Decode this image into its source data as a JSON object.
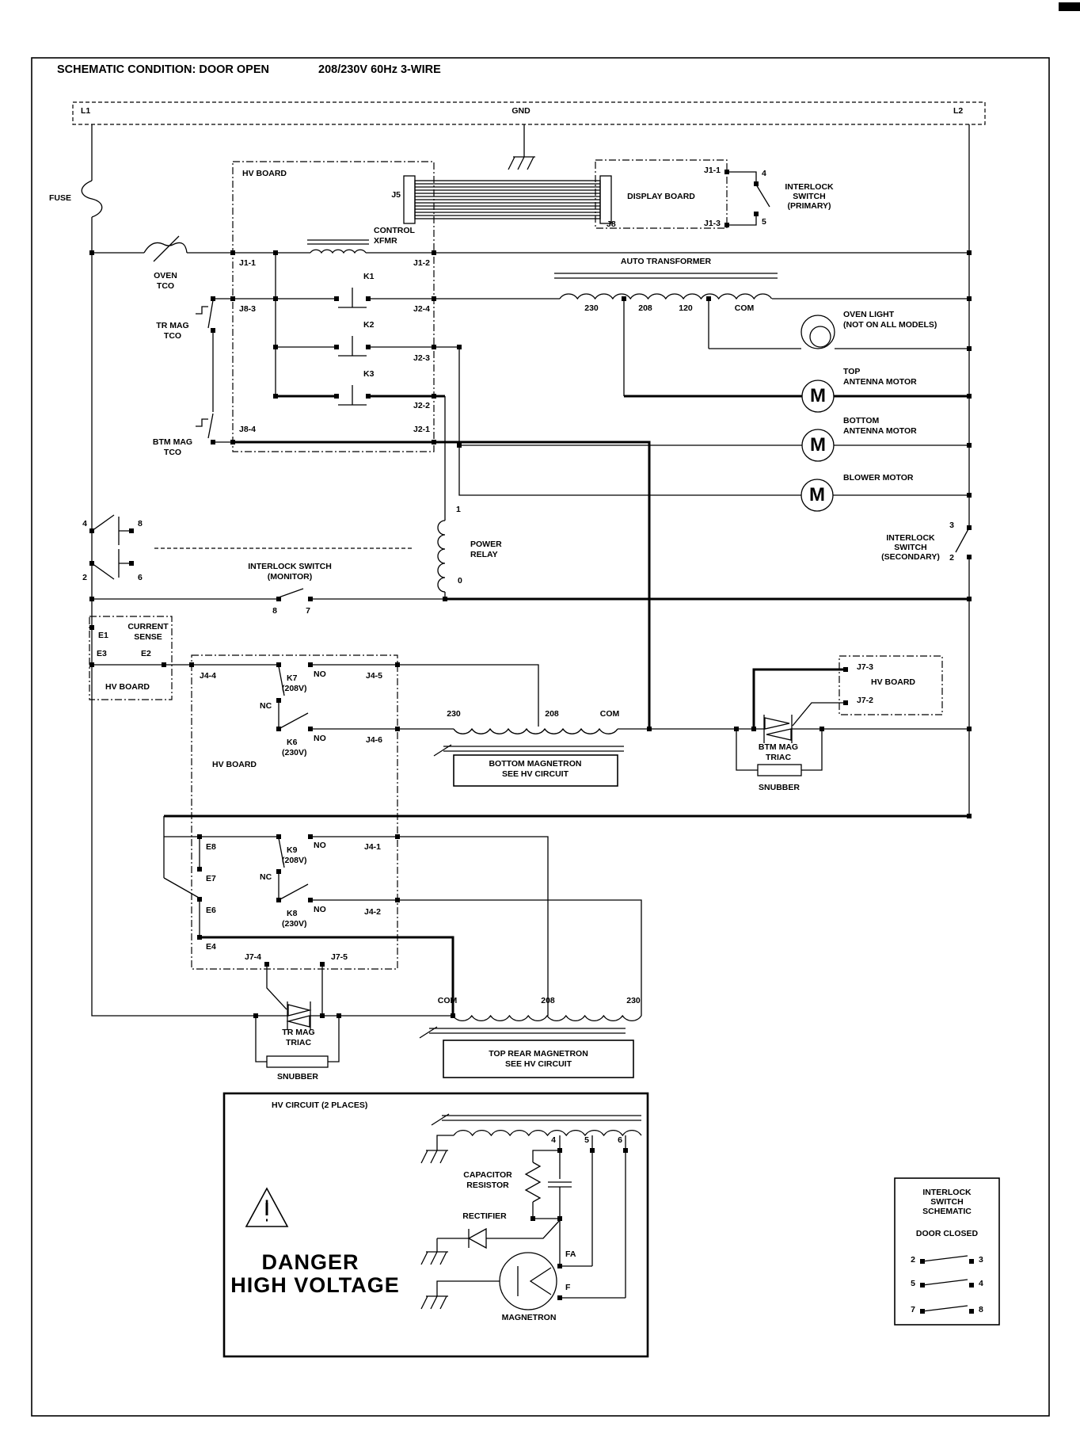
{
  "colors": {
    "ink": "#000000",
    "paper": "#ffffff"
  },
  "header": {
    "condition": "SCHEMATIC CONDITION: DOOR OPEN",
    "rating": "208/230V 60Hz 3-WIRE"
  },
  "bus": {
    "l1": "L1",
    "gnd": "GND",
    "l2": "L2"
  },
  "fuse": "FUSE",
  "tco": {
    "oven": [
      "OVEN",
      "TCO"
    ],
    "tr_mag": [
      "TR MAG",
      "TCO"
    ],
    "btm_mag": [
      "BTM MAG",
      "TCO"
    ]
  },
  "hv_board_top": {
    "name": "HV BOARD",
    "j5": "J5",
    "control_xfmr": [
      "CONTROL",
      "XFMR"
    ],
    "relays": [
      "K1",
      "K2",
      "K3"
    ],
    "left_pins": [
      "J1-1",
      "J8-3",
      "J8-4"
    ],
    "right_pins": [
      "J1-2",
      "J2-4",
      "J2-3",
      "J2-2",
      "J2-1"
    ]
  },
  "display_board": {
    "name": "DISPLAY BOARD",
    "j8": "J8",
    "pins": [
      "J1-1",
      "J1-3"
    ]
  },
  "interlock_primary": {
    "lines": [
      "INTERLOCK",
      "SWITCH",
      "(PRIMARY)"
    ],
    "t4": "4",
    "t5": "5"
  },
  "auto_transformer": {
    "name": "AUTO TRANSFORMER",
    "taps": [
      "230",
      "208",
      "120",
      "COM"
    ]
  },
  "loads": {
    "oven_light": [
      "OVEN LIGHT",
      "(NOT ON ALL MODELS)"
    ],
    "top_antenna": [
      "TOP",
      "ANTENNA MOTOR"
    ],
    "bottom_antenna": [
      "BOTTOM",
      "ANTENNA MOTOR"
    ],
    "blower": "BLOWER MOTOR",
    "motor_symbol": "M"
  },
  "interlock_secondary": {
    "lines": [
      "INTERLOCK",
      "SWITCH",
      "(SECONDARY)"
    ],
    "t3": "3",
    "t2": "2"
  },
  "interlock_monitor": {
    "lines": [
      "INTERLOCK SWITCH",
      "(MONITOR)"
    ],
    "t4": "4",
    "t8": "8",
    "t2": "2",
    "t6": "6",
    "t8b": "8",
    "t7": "7"
  },
  "power_relay": {
    "lines": [
      "POWER",
      "RELAY"
    ],
    "t1": "1",
    "t0": "0"
  },
  "current_sense": {
    "lines": [
      "CURRENT",
      "SENSE"
    ],
    "board": "HV BOARD",
    "e1": "E1",
    "e3": "E3",
    "e2": "E2"
  },
  "hv_board_mid": {
    "name": "HV BOARD",
    "j4_4": "J4-4",
    "k7": [
      "K7",
      "(208V)"
    ],
    "k6": [
      "K6",
      "(230V)"
    ],
    "no": "NO",
    "nc": "NC",
    "j4_5": "J4-5",
    "j4_6": "J4-6"
  },
  "hv_board_low": {
    "e8": "E8",
    "e7": "E7",
    "e6": "E6",
    "e4": "E4",
    "k9": [
      "K9",
      "(208V)"
    ],
    "k8": [
      "K8",
      "(230V)"
    ],
    "no": "NO",
    "nc": "NC",
    "j4_1": "J4-1",
    "j4_2": "J4-2",
    "j7_4": "J7-4",
    "j7_5": "J7-5"
  },
  "btm_magnetron": {
    "taps": [
      "230",
      "208",
      "COM"
    ],
    "box": [
      "BOTTOM MAGNETRON",
      "SEE HV CIRCUIT"
    ],
    "triac": [
      "BTM MAG",
      "TRIAC"
    ],
    "snubber": "SNUBBER",
    "board": {
      "name": "HV BOARD",
      "j7_3": "J7-3",
      "j7_2": "J7-2"
    }
  },
  "top_magnetron": {
    "taps": [
      "COM",
      "208",
      "230"
    ],
    "box": [
      "TOP REAR MAGNETRON",
      "SEE HV CIRCUIT"
    ],
    "triac": [
      "TR MAG",
      "TRIAC"
    ],
    "snubber": "SNUBBER"
  },
  "hv_circuit": {
    "title": "HV CIRCUIT (2 PLACES)",
    "t4": "4",
    "t5": "5",
    "t6": "6",
    "cap": [
      "CAPACITOR",
      "RESISTOR"
    ],
    "rectifier": "RECTIFIER",
    "fa": "FA",
    "f": "F",
    "magnetron": "MAGNETRON",
    "danger": [
      "DANGER",
      "HIGH VOLTAGE"
    ],
    "warning": "!"
  },
  "interlock_schematic": {
    "lines": [
      "INTERLOCK",
      "SWITCH",
      "SCHEMATIC"
    ],
    "door": "DOOR CLOSED",
    "rows": [
      [
        "2",
        "3"
      ],
      [
        "5",
        "4"
      ],
      [
        "7",
        "8"
      ]
    ]
  }
}
